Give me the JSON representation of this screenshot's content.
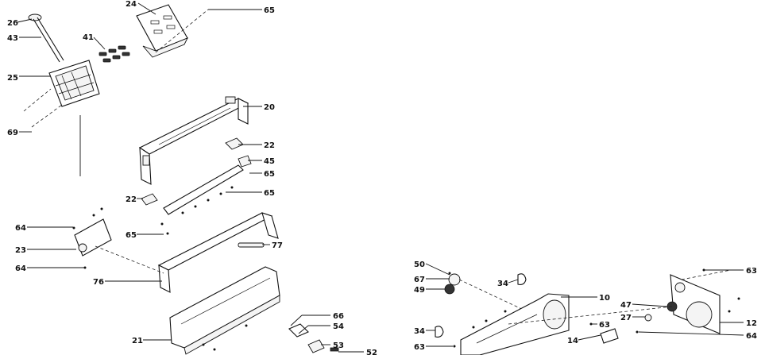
{
  "callouts": [
    {
      "id": "c24",
      "text": "24"
    },
    {
      "id": "c65a",
      "text": "65"
    },
    {
      "id": "c26",
      "text": "26"
    },
    {
      "id": "c43",
      "text": "43"
    },
    {
      "id": "c41",
      "text": "41"
    },
    {
      "id": "c25",
      "text": "25"
    },
    {
      "id": "c69",
      "text": "69"
    },
    {
      "id": "c20",
      "text": "20"
    },
    {
      "id": "c22a",
      "text": "22"
    },
    {
      "id": "c45",
      "text": "45"
    },
    {
      "id": "c65b",
      "text": "65"
    },
    {
      "id": "c65c",
      "text": "65"
    },
    {
      "id": "c22b",
      "text": "22"
    },
    {
      "id": "c65d",
      "text": "65"
    },
    {
      "id": "c64a",
      "text": "64"
    },
    {
      "id": "c23",
      "text": "23"
    },
    {
      "id": "c64b",
      "text": "64"
    },
    {
      "id": "c77",
      "text": "77"
    },
    {
      "id": "c76",
      "text": "76"
    },
    {
      "id": "c21",
      "text": "21"
    },
    {
      "id": "c66",
      "text": "66"
    },
    {
      "id": "c54",
      "text": "54"
    },
    {
      "id": "c53",
      "text": "53"
    },
    {
      "id": "c52",
      "text": "52"
    },
    {
      "id": "c50",
      "text": "50"
    },
    {
      "id": "c67",
      "text": "67"
    },
    {
      "id": "c49",
      "text": "49"
    },
    {
      "id": "c34a",
      "text": "34"
    },
    {
      "id": "c10",
      "text": "10"
    },
    {
      "id": "c63a",
      "text": "63"
    },
    {
      "id": "c14",
      "text": "14"
    },
    {
      "id": "c34b",
      "text": "34"
    },
    {
      "id": "c63b",
      "text": "63"
    },
    {
      "id": "c63c",
      "text": "63"
    },
    {
      "id": "c47",
      "text": "47"
    },
    {
      "id": "c27",
      "text": "27"
    },
    {
      "id": "c12",
      "text": "12"
    },
    {
      "id": "c64c",
      "text": "64"
    }
  ]
}
